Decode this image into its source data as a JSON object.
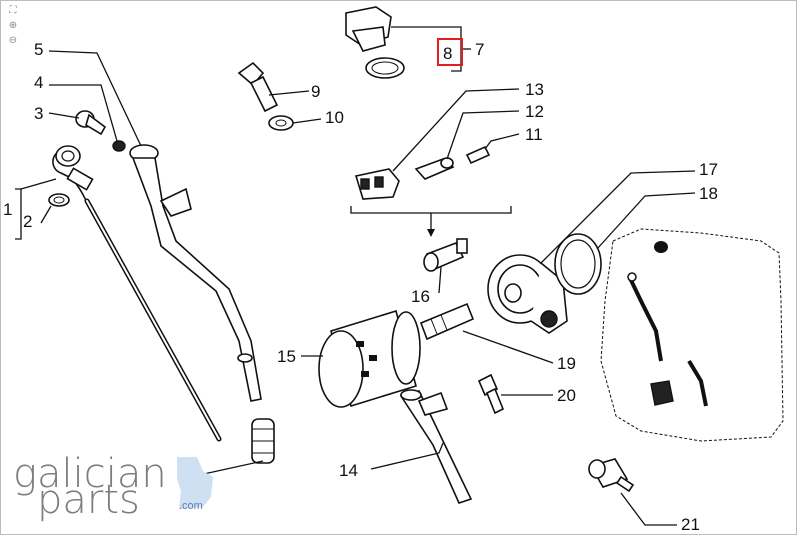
{
  "zoom_tools": {
    "fit_icon": "fit-to-screen-icon",
    "zoom_in_icon": "zoom-in-icon",
    "zoom_out_icon": "zoom-out-icon"
  },
  "diagram": {
    "callouts": [
      "1",
      "2",
      "3",
      "4",
      "5",
      "7",
      "8",
      "9",
      "10",
      "11",
      "12",
      "13",
      "14",
      "15",
      "16",
      "17",
      "18",
      "19",
      "20",
      "21"
    ],
    "highlighted_callout": "8",
    "highlight_color": "#e02020"
  },
  "logo": {
    "line1": "galician",
    "line2": "parts",
    "suffix": ".com",
    "accent_color": "#cfe0f2"
  }
}
